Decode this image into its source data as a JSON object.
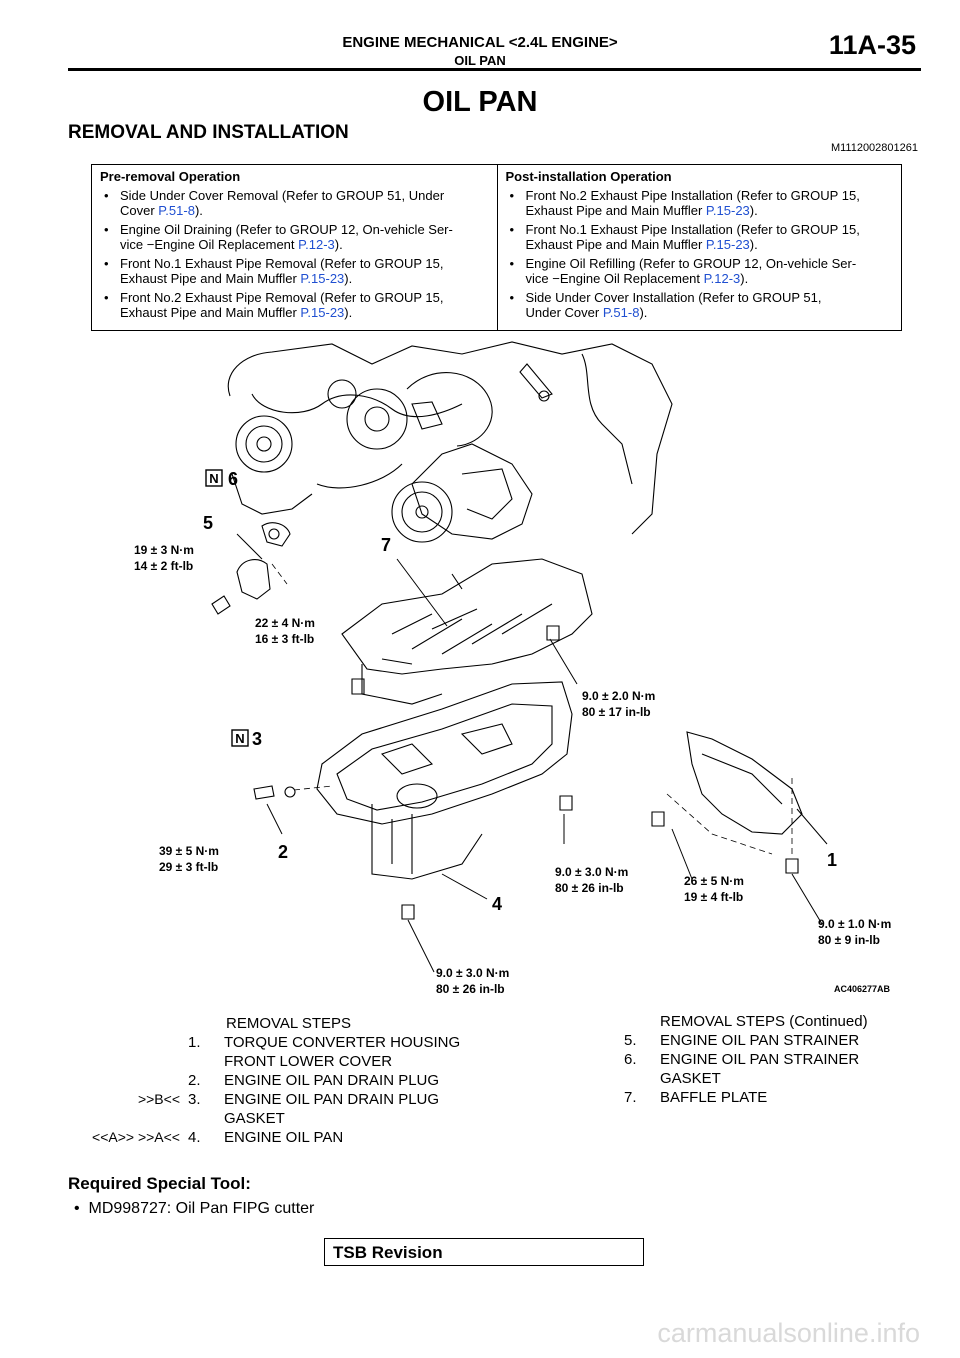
{
  "header": {
    "title": "ENGINE MECHANICAL <2.4L ENGINE>",
    "subtitle": "OIL PAN",
    "page_number": "11A-35"
  },
  "page_title": "OIL PAN",
  "section": {
    "title": "REMOVAL AND INSTALLATION",
    "code": "M1112002801261"
  },
  "pre_removal": {
    "heading": "Pre-removal Operation",
    "items": [
      {
        "lines": [
          "Side Under Cover Removal (Refer to GROUP 51, Under",
          "Cover "
        ],
        "ref": "P.51-8",
        "tail": ")."
      },
      {
        "lines": [
          "Engine Oil Draining (Refer to GROUP 12, On-vehicle Ser-",
          "vice −Engine Oil Replacement "
        ],
        "ref": "P.12-3",
        "tail": ")."
      },
      {
        "lines": [
          "Front No.1 Exhaust Pipe Removal (Refer to GROUP 15,",
          "Exhaust Pipe and Main Muffler "
        ],
        "ref": "P.15-23",
        "tail": ")."
      },
      {
        "lines": [
          "Front No.2 Exhaust Pipe Removal (Refer to GROUP 15,",
          "Exhaust Pipe and Main Muffler "
        ],
        "ref": "P.15-23",
        "tail": ")."
      }
    ]
  },
  "post_installation": {
    "heading": "Post-installation Operation",
    "items": [
      {
        "lines": [
          "Front No.2 Exhaust Pipe Installation (Refer to GROUP 15,",
          "Exhaust Pipe and Main Muffler "
        ],
        "ref": "P.15-23",
        "tail": ")."
      },
      {
        "lines": [
          "Front No.1 Exhaust Pipe Installation (Refer to GROUP 15,",
          "Exhaust Pipe and Main Muffler "
        ],
        "ref": "P.15-23",
        "tail": ")."
      },
      {
        "lines": [
          "Engine Oil Refilling (Refer to GROUP 12, On-vehicle Ser-",
          "vice −Engine Oil Replacement "
        ],
        "ref": "P.12-3",
        "tail": ")."
      },
      {
        "lines": [
          "Side Under Cover Installation (Refer to GROUP 51,",
          "Under Cover "
        ],
        "ref": "P.51-8",
        "tail": ")."
      }
    ]
  },
  "figure": {
    "callouts": {
      "n1": "1",
      "n2": "2",
      "n3": "3",
      "n4": "4",
      "n5": "5",
      "n6": "6",
      "n7": "7",
      "new_mark": "N"
    },
    "torques": {
      "t5a": "19 ± 3 N·m",
      "t5b": "14 ± 2 ft-lb",
      "t7a": "22 ± 4 N·m",
      "t7b": "16 ± 3 ft-lb",
      "tbaffa": "9.0 ± 2.0 N·m",
      "tbaffb": "80 ± 17 in-lb",
      "t2a": "39 ± 5 N·m",
      "t2b": "29 ± 3 ft-lb",
      "tpana": "9.0 ± 3.0 N·m",
      "tpanb": "80 ± 26 in-lb",
      "tcova": "26 ± 5 N·m",
      "tcovb": "19 ± 4 ft-lb",
      "t1a": "9.0 ± 1.0 N·m",
      "t1b": "80 ± 9 in-lb",
      "tbota": "9.0 ± 3.0 N·m",
      "tbotb": "80 ± 26 in-lb"
    },
    "code": "AC406277AB"
  },
  "removal_steps": {
    "heading": "REMOVAL STEPS",
    "steps": [
      {
        "mark": "",
        "num": "1.",
        "text": "TORQUE CONVERTER HOUSING",
        "text2": "FRONT LOWER COVER"
      },
      {
        "mark": "",
        "num": "2.",
        "text": "ENGINE OIL PAN DRAIN PLUG",
        "text2": ""
      },
      {
        "mark": ">>B<<",
        "num": "3.",
        "text": "ENGINE OIL PAN DRAIN PLUG",
        "text2": "GASKET"
      },
      {
        "mark": "<<A>> >>A<<",
        "num": "4.",
        "text": "ENGINE OIL PAN",
        "text2": ""
      }
    ]
  },
  "removal_steps_cont": {
    "heading": "REMOVAL STEPS (Continued)",
    "steps": [
      {
        "num": "5.",
        "text": "ENGINE OIL PAN STRAINER",
        "text2": ""
      },
      {
        "num": "6.",
        "text": "ENGINE OIL PAN STRAINER",
        "text2": "GASKET"
      },
      {
        "num": "7.",
        "text": "BAFFLE PLATE",
        "text2": ""
      }
    ]
  },
  "required_tool": {
    "heading": "Required Special Tool:",
    "items": [
      "MD998727: Oil Pan FIPG cutter"
    ]
  },
  "footer": {
    "tsb": "TSB Revision",
    "watermark": "carmanualsonline.info"
  }
}
